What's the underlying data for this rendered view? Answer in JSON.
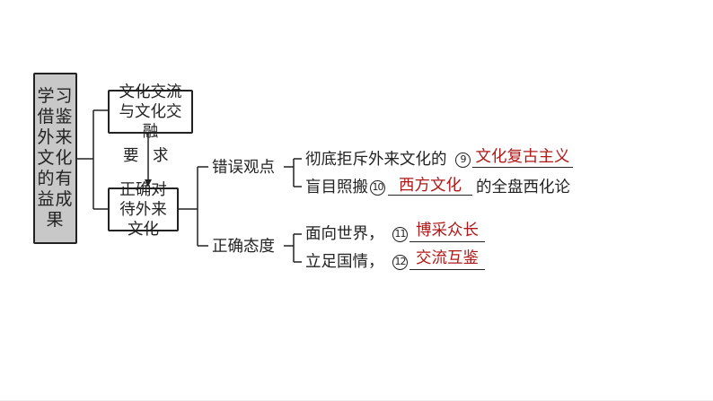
{
  "root": {
    "label": "学习借鉴外来文化的有益成果"
  },
  "branch_top": {
    "label": "文化交流与文化交融"
  },
  "requirement": {
    "char1": "要",
    "char2": "求"
  },
  "branch_bottom": {
    "label": "正确对待外来文化"
  },
  "wrong_views": {
    "label": "错误观点",
    "item1": {
      "text": "彻底拒斥外来文化的",
      "number": "9",
      "answer": "文化复古主义"
    },
    "item2": {
      "text_before": "盲目照搬",
      "number": "10",
      "answer": "西方文化",
      "text_after": "的全盘西化论"
    }
  },
  "right_attitude": {
    "label": "正确态度",
    "item1": {
      "text": "面向世界，",
      "number": "11",
      "answer": "博采众长"
    },
    "item2": {
      "text": "立足国情，",
      "number": "12",
      "answer": "交流互鉴"
    }
  },
  "colors": {
    "answer": "#b01818",
    "root_fill": "#c8c8c8",
    "line": "#222222"
  }
}
